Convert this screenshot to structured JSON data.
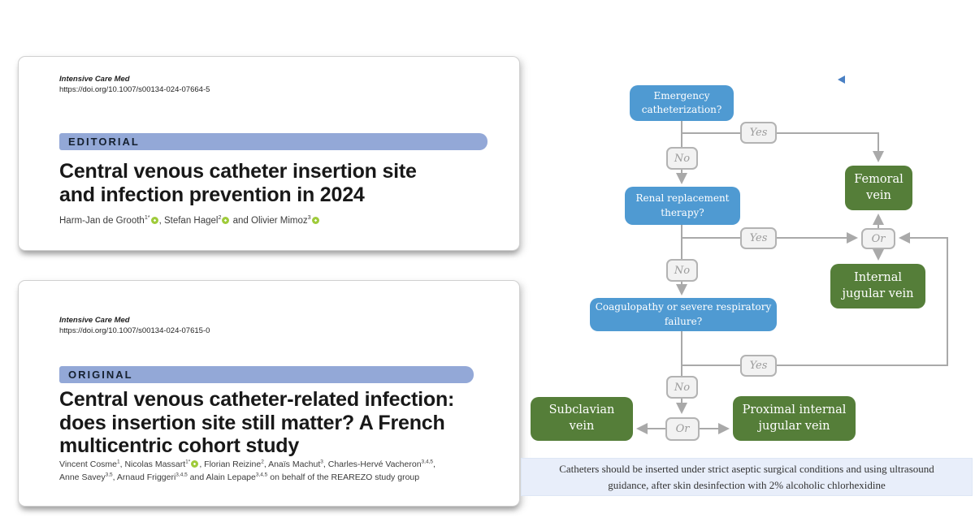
{
  "papers": [
    {
      "journal": "Intensive Care Med",
      "doi": "https://doi.org/10.1007/s00134-024-07664-5",
      "category": "EDITORIAL",
      "title_lines": [
        "Central venous catheter insertion site",
        "and infection prevention in 2024"
      ],
      "author_segments": [
        {
          "text": "Harm-Jan de Grooth"
        },
        {
          "sup": "1*"
        },
        {
          "orcid": true
        },
        {
          "text": ", Stefan Hagel"
        },
        {
          "sup": "2"
        },
        {
          "orcid": true
        },
        {
          "text": " and Olivier Mimoz"
        },
        {
          "sup": "3"
        },
        {
          "orcid": true
        }
      ]
    },
    {
      "journal": "Intensive Care Med",
      "doi": "https://doi.org/10.1007/s00134-024-07615-0",
      "category": "ORIGINAL",
      "title_lines": [
        "Central venous catheter-related infection:",
        "does insertion site still matter? A French",
        "multicentric cohort study"
      ],
      "author_segments": [
        {
          "text": "Vincent Cosme"
        },
        {
          "sup": "1"
        },
        {
          "text": ", Nicolas Massart"
        },
        {
          "sup": "1*"
        },
        {
          "orcid": true
        },
        {
          "text": ", Florian Reizine"
        },
        {
          "sup": "2"
        },
        {
          "text": ", Anaïs Machut"
        },
        {
          "sup": "3"
        },
        {
          "text": ", Charles-Hervé Vacheron"
        },
        {
          "sup": "3,4,5"
        },
        {
          "text": ","
        },
        {
          "br": true
        },
        {
          "text": "Anne Savey"
        },
        {
          "sup": "3,5"
        },
        {
          "text": ", Arnaud Friggeri"
        },
        {
          "sup": "3,4,5"
        },
        {
          "text": " and Alain Lepape"
        },
        {
          "sup": "3,4,5"
        },
        {
          "text": " on behalf of the REAREZO study group"
        }
      ]
    }
  ],
  "flowchart": {
    "nodes": {
      "emergency": "Emergency catheterization?",
      "renal": "Renal replacement therapy?",
      "coagulopathy": "Coagulopathy or severe respiratory failure?",
      "femoral": "Femoral vein",
      "internal_jugular": "Internal jugular vein",
      "subclavian": "Subclavian vein",
      "proximal_internal_jugular": "Proximal internal jugular vein"
    },
    "labels": {
      "yes": "Yes",
      "no": "No",
      "or": "Or"
    },
    "caption_lines": [
      "Catheters should be inserted under strict aseptic surgical conditions and using ultrasound",
      "guidance, after skin desinfection with 2% alcoholic chlorhexidine"
    ],
    "colors": {
      "question_box": "#4f9ad2",
      "outcome_box": "#557e39",
      "connector": "#a9a9a9",
      "label_box_bg": "#f2f2f2",
      "caption_bg": "#e8eefa",
      "category_banner": "#93a8d7",
      "orcid_green": "#9fcb3b",
      "cursor_blue": "#4a80c4"
    }
  }
}
